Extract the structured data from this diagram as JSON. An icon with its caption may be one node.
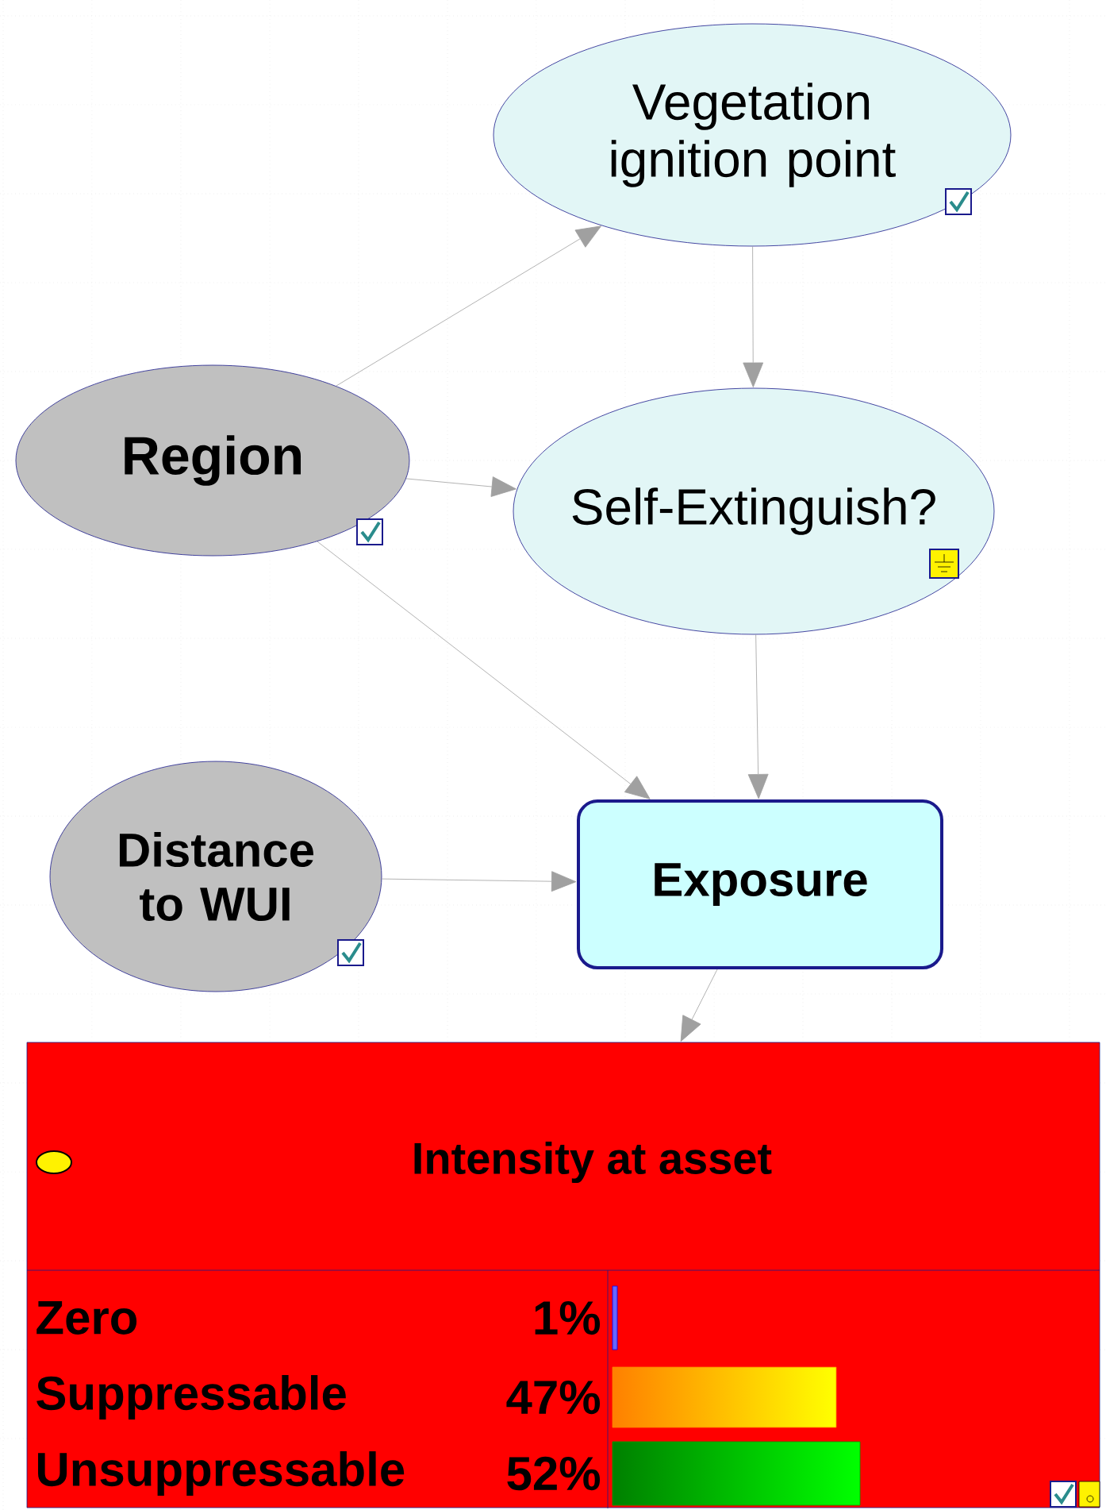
{
  "diagram": {
    "nodes": [
      {
        "text": [
          "Vegetation ignition point"
        ]
      },
      {
        "text": [
          "Region"
        ]
      },
      {
        "text": [
          "Self-Extinguish?"
        ]
      },
      {
        "text": [
          "Distance to WUI"
        ]
      },
      {
        "text": [
          "Exposure"
        ]
      },
      {
        "text": [
          "Intensity at asset"
        ]
      }
    ],
    "edges": [
      {
        "from": 1,
        "to": 0,
        "arrow": "to"
      },
      {
        "from": 0,
        "to": 2,
        "arrow": "to"
      },
      {
        "from": 1,
        "to": 2,
        "arrow": "to"
      },
      {
        "from": 1,
        "to": 4,
        "arrow": "to"
      },
      {
        "from": 2,
        "to": 4,
        "arrow": "to"
      },
      {
        "from": 3,
        "to": 4,
        "arrow": "to"
      },
      {
        "from": 4,
        "to": 5,
        "arrow": "to"
      }
    ],
    "chart_data": {
      "type": "bar",
      "orientation": "horizontal",
      "categories": [
        "Zero",
        "Suppressable",
        "Unsuppressable"
      ],
      "values": [
        1,
        47,
        52
      ],
      "value_labels": [
        "1%",
        "47%",
        "52%"
      ]
    }
  }
}
